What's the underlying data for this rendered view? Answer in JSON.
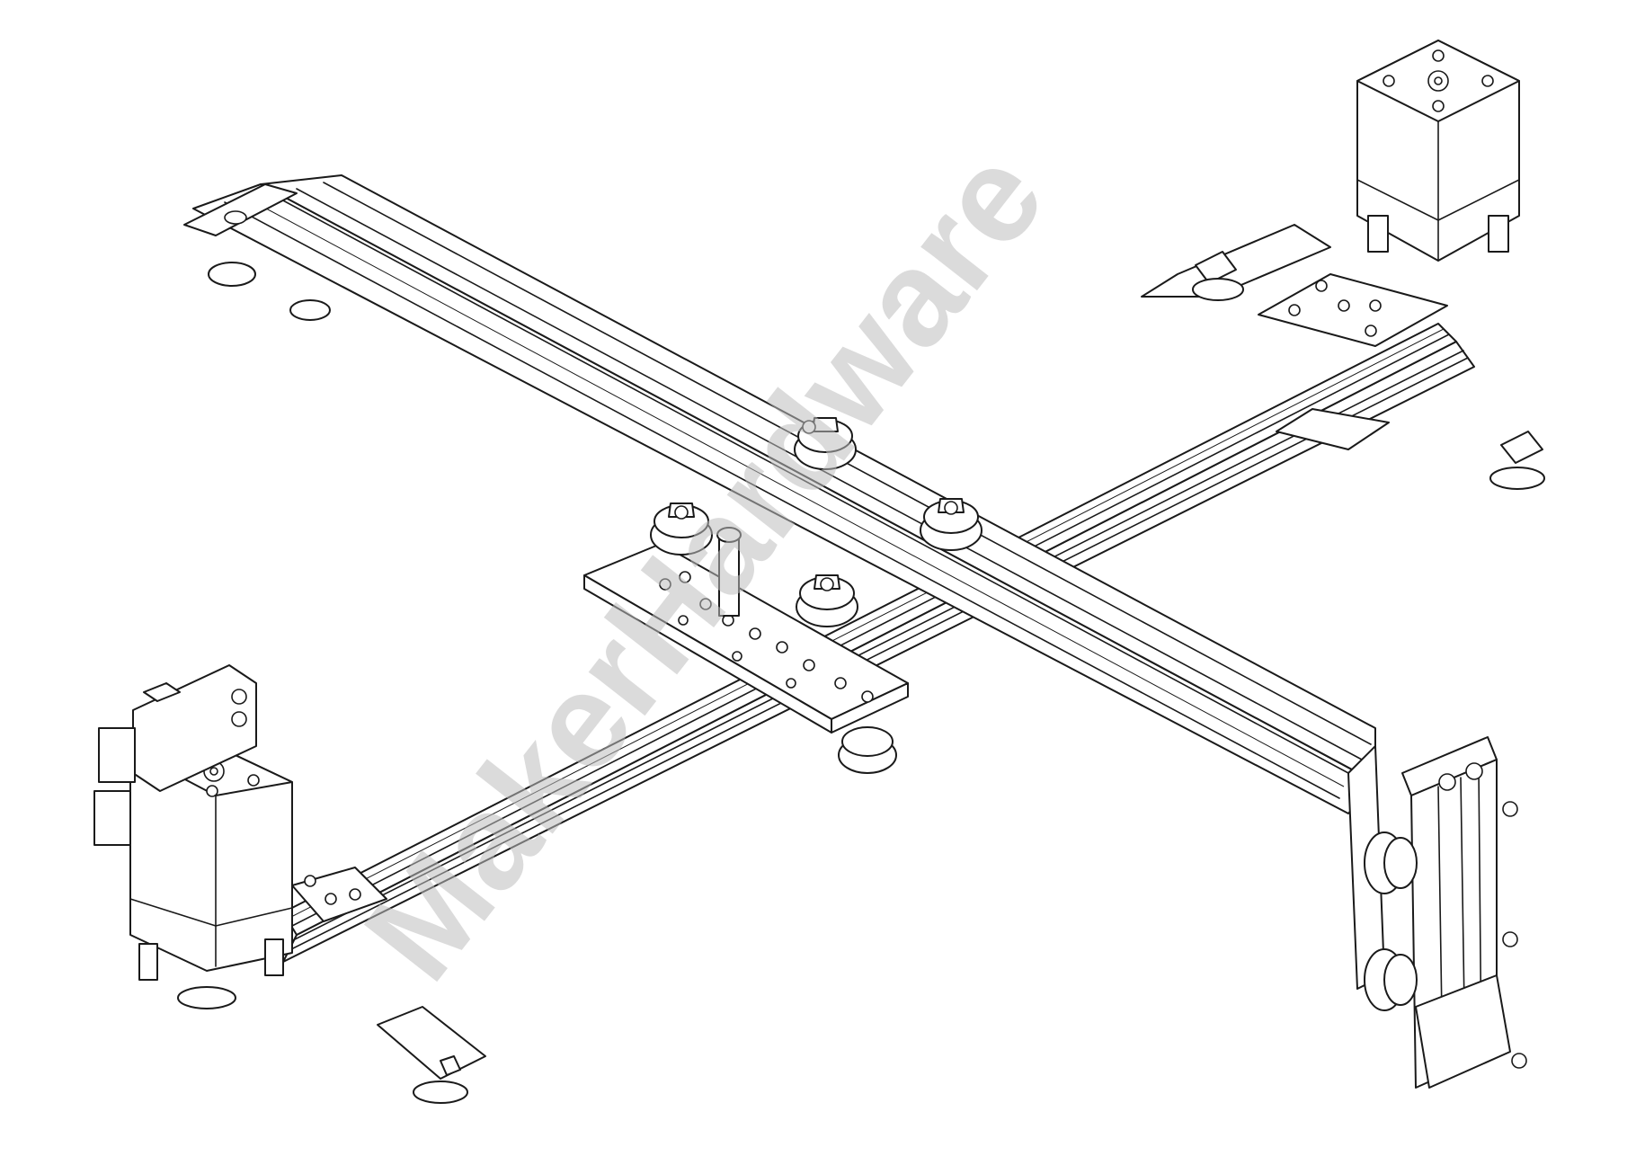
{
  "watermark": {
    "text": "MakerHardware",
    "color": "#bdbdbd"
  },
  "drawing": {
    "line_color": "#1a1a1a",
    "background": "#ffffff"
  },
  "components": [
    "stepper-motor-left",
    "stepper-motor-right",
    "controller-board",
    "x-rail-extrusion",
    "y-rail-extrusion",
    "carriage-plate",
    "z-carriage"
  ]
}
